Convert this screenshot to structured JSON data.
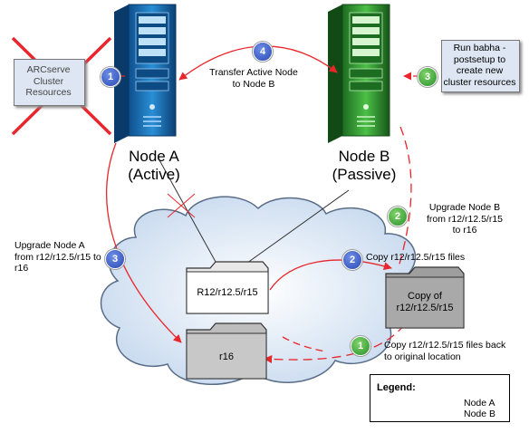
{
  "cluster_resources": {
    "label": "ARCserve Cluster Resources"
  },
  "run_box": {
    "label": "Run babha -postsetup to create new cluster resources"
  },
  "node_a": {
    "line1": "Node A",
    "line2": "(Active)"
  },
  "node_b": {
    "line1": "Node B",
    "line2": "(Passive)"
  },
  "steps": {
    "a1": "1",
    "a2": "2",
    "a3": "3",
    "a4": "4",
    "b1": "1",
    "b2": "2",
    "b3": "3"
  },
  "annotations": {
    "transfer": "Transfer Active Node to Node B",
    "upgrade_a": "Upgrade Node A from r12/r12.5/r15 to r16",
    "upgrade_b": "Upgrade Node B from r12/r12.5/r15 to r16",
    "copy_files": "Copy r12/r12.5/r15 files",
    "copy_back": "Copy r12/r12.5/r15 files back to original location"
  },
  "folders": {
    "old": "R12/r12.5/r15",
    "copy": "Copy of r12/r12.5/r15",
    "new": "r16"
  },
  "legend": {
    "title": "Legend:",
    "node_a": "Node A",
    "node_b": "Node B"
  },
  "colors": {
    "line": "#e8262c",
    "node_a": "#1f6fb5",
    "node_b": "#2e9a3a"
  }
}
